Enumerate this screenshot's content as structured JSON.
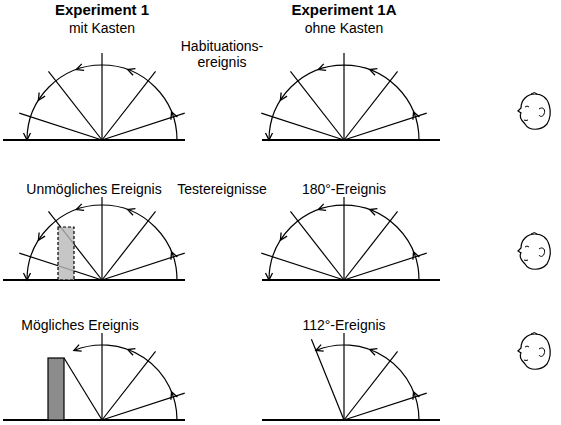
{
  "diagram": {
    "labels": [
      "Experiment 1",
      "mit Kasten",
      "Experiment 1A",
      "ohne Kasten",
      "Habituations- ereignis",
      "Unmögliches Ereignis",
      "Testereignisse",
      "180°-Ereignis",
      "Mögliches Ereignis",
      "112°-Ereignis"
    ]
  }
}
